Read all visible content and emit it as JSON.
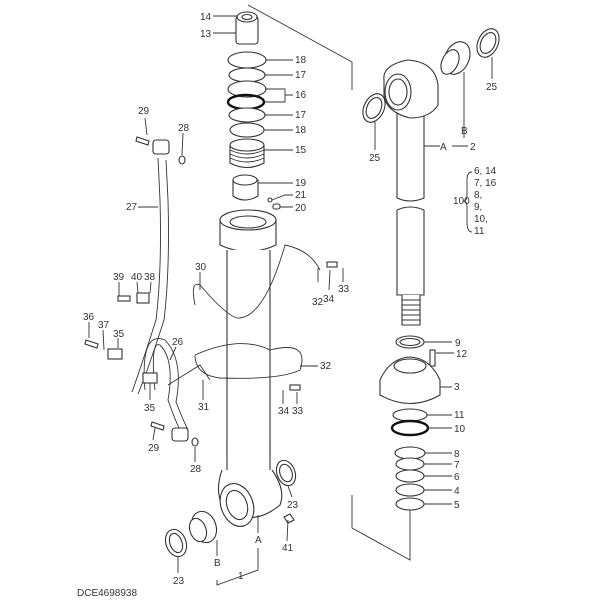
{
  "diagram": {
    "drawing_code": "DCE4698938",
    "part_labels": [
      "14",
      "13",
      "18",
      "17",
      "16",
      "17",
      "18",
      "15",
      "19",
      "21",
      "20",
      "29",
      "28",
      "27",
      "30",
      "39",
      "40",
      "38",
      "32",
      "34",
      "33",
      "36",
      "37",
      "35",
      "26",
      "35",
      "31",
      "32",
      "34",
      "33",
      "29",
      "28",
      "23",
      "41",
      "23",
      "B",
      "A",
      "1",
      "25",
      "25",
      "B",
      "A",
      "2",
      "9",
      "12",
      "3",
      "11",
      "10",
      "8",
      "7",
      "6",
      "4",
      "5"
    ],
    "kit": {
      "number": "100",
      "items": [
        "6, 14",
        "7, 16",
        "8,",
        "9,",
        "10,",
        "11"
      ]
    }
  }
}
